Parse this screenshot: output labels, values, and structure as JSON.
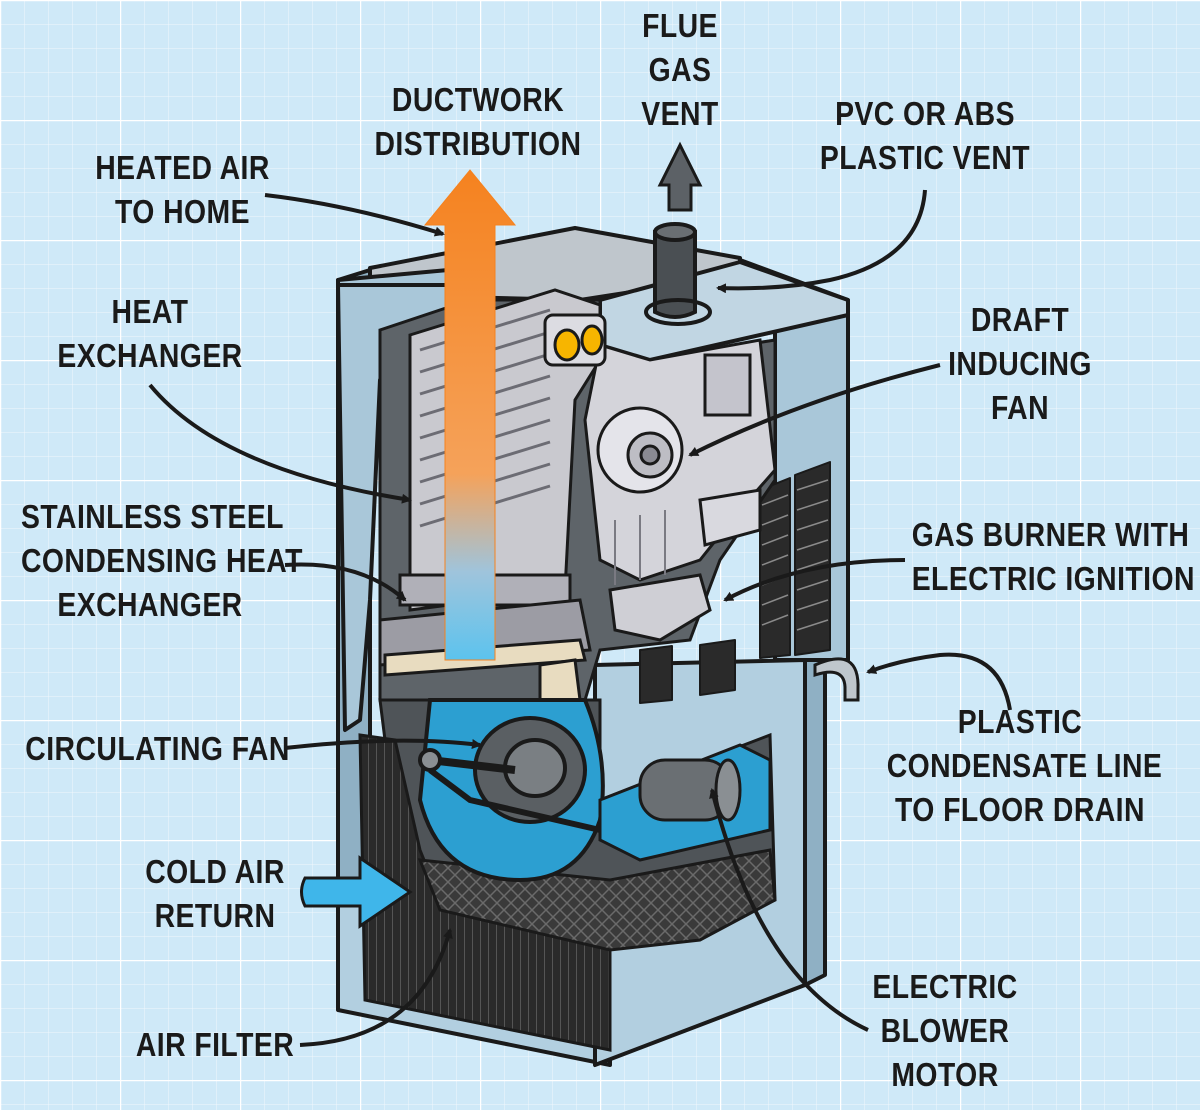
{
  "colors": {
    "background": "#cfe9f8",
    "grid": "#ffffff",
    "cabinet": "#a9c7d9",
    "heat_exchanger": "#c9c9cf",
    "heated_air_arrow": "#f5821f",
    "cold_air_arrow": "#3fb6ea",
    "blower": "#2c9fd1",
    "burner_flame": "#f7b500",
    "outline": "#1a1a1a"
  },
  "labels": {
    "flue_gas_vent": [
      "FLUE",
      "GAS",
      "VENT"
    ],
    "ductwork_distribution": [
      "DUCTWORK",
      "DISTRIBUTION"
    ],
    "pvc_or_abs_plastic_vent": [
      "PVC OR ABS",
      "PLASTIC VENT"
    ],
    "heated_air_to_home": [
      "HEATED AIR",
      "TO HOME"
    ],
    "heat_exchanger": [
      "HEAT",
      "EXCHANGER"
    ],
    "draft_inducing_fan": [
      "DRAFT",
      "INDUCING",
      "FAN"
    ],
    "stainless_steel_condensing_heat_exchanger": [
      "STAINLESS STEEL",
      "CONDENSING HEAT",
      "EXCHANGER"
    ],
    "gas_burner_with_electric_ignition": [
      "GAS BURNER WITH",
      "ELECTRIC IGNITION"
    ],
    "plastic_condensate_line": [
      "PLASTIC",
      "CONDENSATE LINE",
      "TO FLOOR DRAIN"
    ],
    "circulating_fan": [
      "CIRCULATING FAN"
    ],
    "cold_air_return": [
      "COLD AIR",
      "RETURN"
    ],
    "electric_blower_motor": [
      "ELECTRIC",
      "BLOWER",
      "MOTOR"
    ],
    "air_filter": [
      "AIR FILTER"
    ]
  }
}
